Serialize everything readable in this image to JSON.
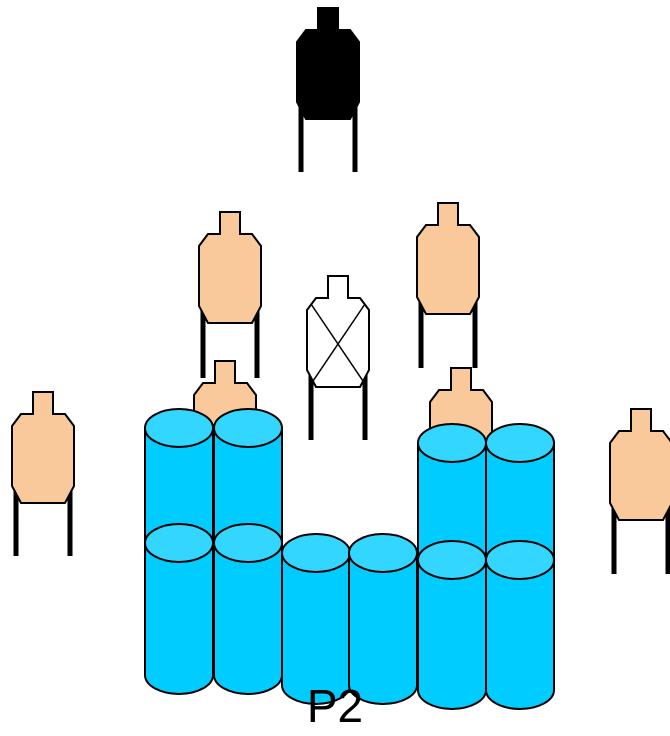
{
  "stage": {
    "label": "P2"
  },
  "colors": {
    "shoot_target": "#F9C89B",
    "noshoot_target": "#FFFFFF",
    "popper_target": "#000000",
    "barrel_side": "#00CCFF",
    "barrel_top": "#33D6FF",
    "outline": "#000000"
  },
  "targets": [
    {
      "kind": "popper",
      "icon": "black-steel-target"
    },
    {
      "kind": "shoot",
      "icon": "paper-target"
    },
    {
      "kind": "shoot",
      "icon": "paper-target"
    },
    {
      "kind": "noshoot",
      "icon": "no-shoot-target"
    },
    {
      "kind": "shoot",
      "icon": "paper-target"
    },
    {
      "kind": "shoot",
      "icon": "paper-target"
    },
    {
      "kind": "shoot",
      "icon": "paper-target"
    },
    {
      "kind": "shoot",
      "icon": "paper-target"
    }
  ],
  "barrels": {
    "count": 10,
    "icon": "barrel"
  }
}
